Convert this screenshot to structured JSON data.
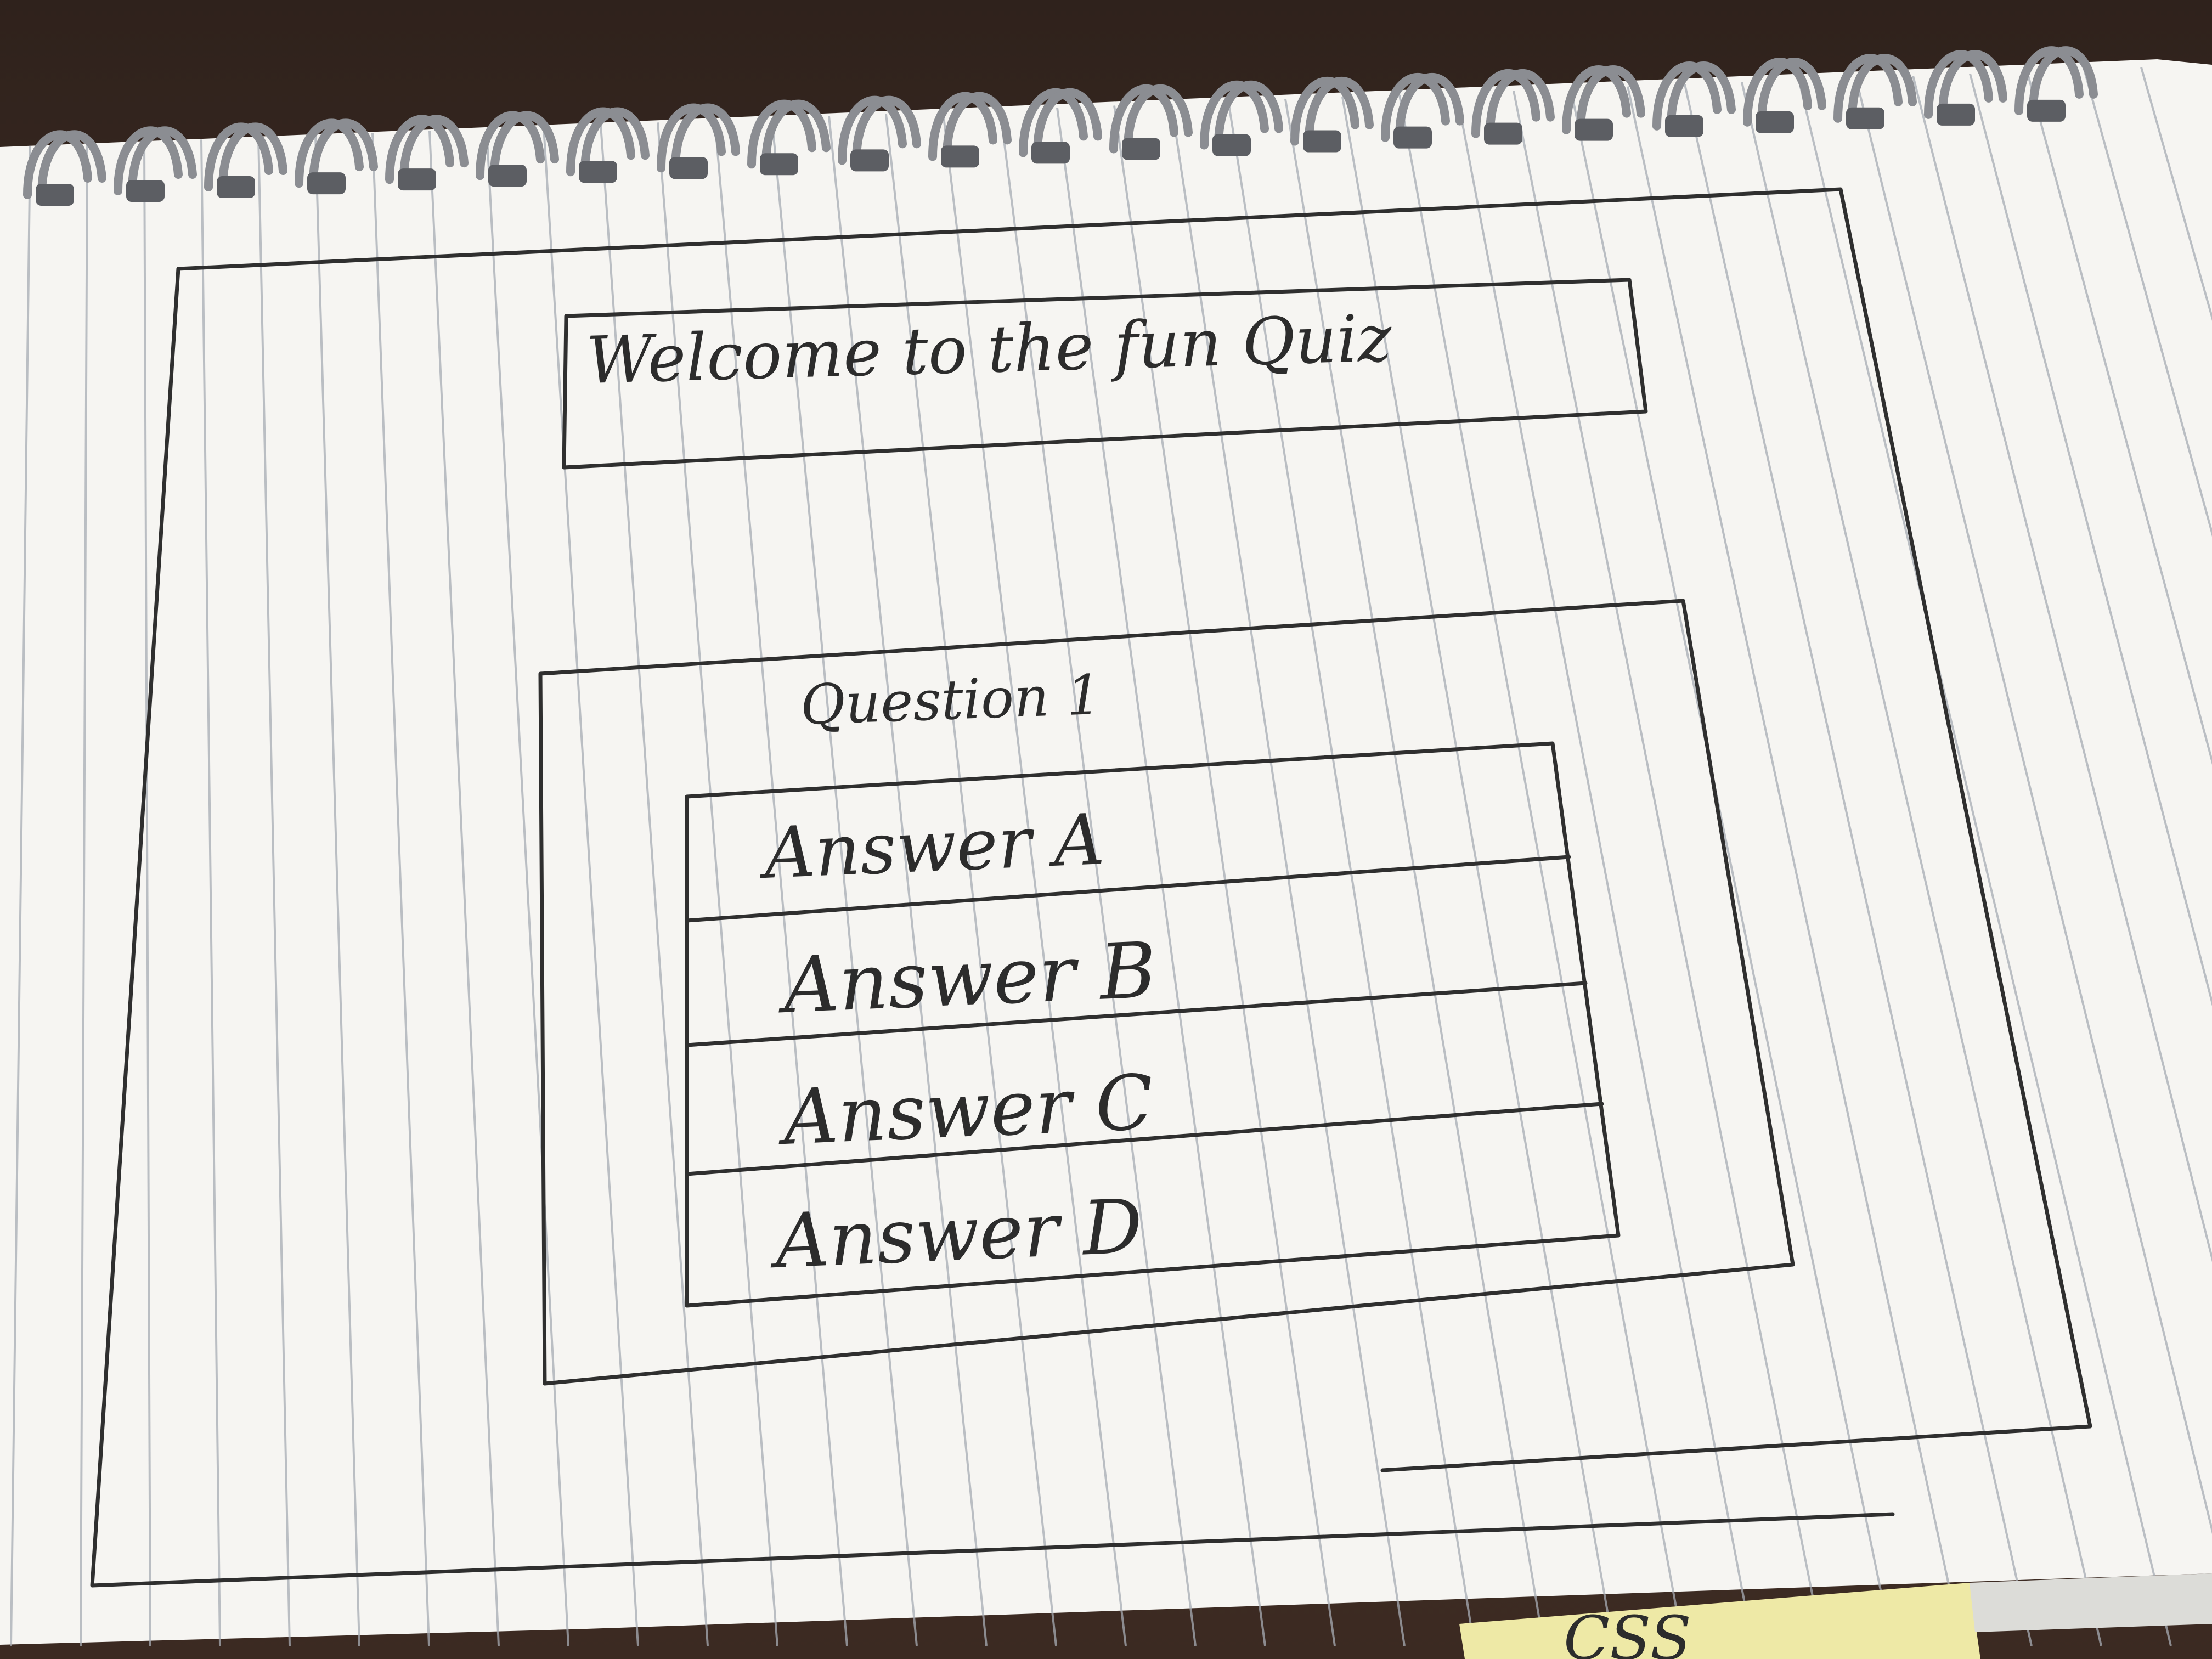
{
  "header": {
    "title": "Welcome to the fun Quiz"
  },
  "question_card": {
    "label": "Question 1",
    "answers": [
      {
        "label": "Answer A"
      },
      {
        "label": "Answer B"
      },
      {
        "label": "Answer C"
      },
      {
        "label": "Answer D"
      }
    ]
  },
  "sticky_note": {
    "text": "CSS"
  },
  "colors": {
    "paper": "#f6f5f2",
    "rule_line": "#9aa0aa",
    "ink": "#2c2c2c",
    "coil": "#8b8d92",
    "sticky_note": "#eee9a6",
    "desk": "#3b2a22"
  }
}
